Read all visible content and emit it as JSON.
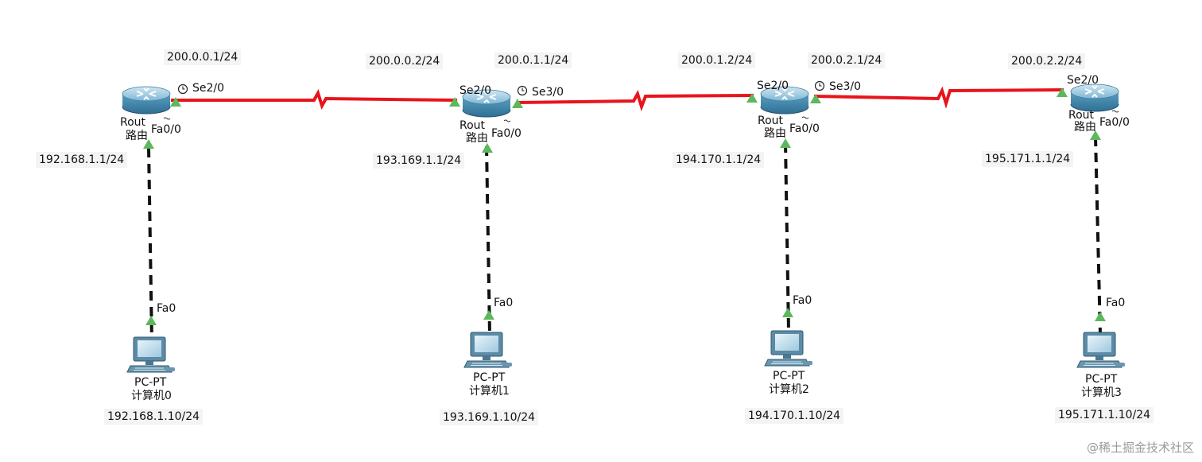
{
  "routers": [
    {
      "model": "Rout",
      "name": "路由",
      "serial_label": "Se2/0",
      "fa_label": "Fa0/0",
      "serial_ip": "200.0.0.1/24",
      "lan_ip": "192.168.1.1/24"
    },
    {
      "model": "Rout",
      "name": "路由",
      "serial_in_label": "Se2/0",
      "serial_out_label": "Se3/0",
      "fa_label": "Fa0/0",
      "serial_in_ip": "200.0.0.2/24",
      "serial_out_ip": "200.0.1.1/24",
      "lan_ip": "193.169.1.1/24"
    },
    {
      "model": "Rout",
      "name": "路由",
      "serial_in_label": "Se2/0",
      "serial_out_label": "Se3/0",
      "fa_label": "Fa0/0",
      "serial_in_ip": "200.0.1.2/24",
      "serial_out_ip": "200.0.2.1/24",
      "lan_ip": "194.170.1.1/24"
    },
    {
      "model": "Rout",
      "name": "路由",
      "serial_label": "Se2/0",
      "fa_label": "Fa0/0",
      "serial_ip": "200.0.2.2/24",
      "lan_ip": "195.171.1.1/24"
    }
  ],
  "pcs": [
    {
      "model": "PC-PT",
      "name": "计算机0",
      "port": "Fa0",
      "ip": "192.168.1.10/24"
    },
    {
      "model": "PC-PT",
      "name": "计算机1",
      "port": "Fa0",
      "ip": "193.169.1.10/24"
    },
    {
      "model": "PC-PT",
      "name": "计算机2",
      "port": "Fa0",
      "ip": "194.170.1.10/24"
    },
    {
      "model": "PC-PT",
      "name": "计算机3",
      "port": "Fa0",
      "ip": "195.171.1.10/24"
    }
  ],
  "colors": {
    "serial_link": "#e8141c",
    "ethernet_link": "#111111",
    "link_up": "#5cb85c",
    "router_body": "#4f95b8"
  },
  "watermark": "@稀土掘金技术社区"
}
